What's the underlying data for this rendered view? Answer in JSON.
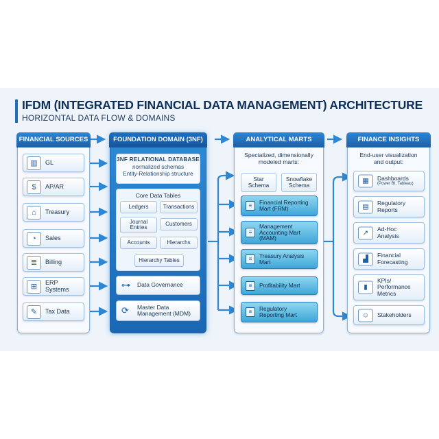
{
  "header": {
    "title": "IFDM (INTEGRATED FINANCIAL DATA MANAGEMENT) ARCHITECTURE",
    "subtitle": "HORIZONTAL DATA FLOW & DOMAINS"
  },
  "sources": {
    "title": "FINANCIAL SOURCES",
    "items": [
      {
        "label": "GL",
        "icon": "bar-chart-icon"
      },
      {
        "label": "AP/AR",
        "icon": "document-dollar-icon"
      },
      {
        "label": "Treasury",
        "icon": "bank-icon"
      },
      {
        "label": "Sales",
        "icon": "pie-chart-icon"
      },
      {
        "label": "Billing",
        "icon": "invoice-icon"
      },
      {
        "label": "ERP\nSystems",
        "icon": "network-icon"
      },
      {
        "label": "Tax Data",
        "icon": "tax-document-icon"
      }
    ]
  },
  "foundation": {
    "title": "FOUNDATION DOMAIN (3NF)",
    "rdb_title": "3NF RELATIONAL DATABASE",
    "rdb_line1": "normalized schemas",
    "rdb_line2": "Entity-Relationship structure",
    "core_title": "Core Data Tables",
    "tables": [
      "Ledgers",
      "Transactions",
      "Journal\nEntries",
      "Customers",
      "Accounts",
      "Hierarchs",
      "Hierarchy Tables"
    ],
    "governance": "Data Governance",
    "mdm": "Master Data\nManagement (MDM)"
  },
  "marts": {
    "title": "ANALYTICAL MARTS",
    "desc": "Specialized, dimensionally\nmodeled marts:",
    "schemas": [
      "Star\nSchema",
      "Snowflake\nSchema"
    ],
    "items": [
      {
        "label": "Financial Reporting\nMart (FRM)"
      },
      {
        "label": "Management\nAccounting Mart\n(MAM)"
      },
      {
        "label": "Treasury Analysis\nMart"
      },
      {
        "label": "Profitability Mart"
      },
      {
        "label": "Regulatory\nReporting Mart"
      }
    ]
  },
  "insights": {
    "title": "FINANCE INSIGHTS",
    "desc": "End-user visualization\nand output:",
    "items": [
      {
        "label": "Dashboards",
        "sub": "(Power BI, Tableau)",
        "icon": "dashboard-icon"
      },
      {
        "label": "Regulatory\nReports",
        "sub": "",
        "icon": "report-icon"
      },
      {
        "label": "Ad-Hoc\nAnalysis",
        "sub": "",
        "icon": "line-chart-icon"
      },
      {
        "label": "Financial\nForecasting",
        "sub": "",
        "icon": "forecast-chart-icon"
      },
      {
        "label": "KPIs/\nPerformance\nMetrics",
        "sub": "",
        "icon": "kpi-icon"
      },
      {
        "label": "Stakeholders",
        "sub": "",
        "icon": "people-icon"
      }
    ]
  },
  "colors": {
    "header_blue": "#1a5fa8",
    "mart_cyan": "#3fa6d8",
    "arrow_blue": "#2f86d2",
    "title_navy": "#0d2f5a"
  }
}
